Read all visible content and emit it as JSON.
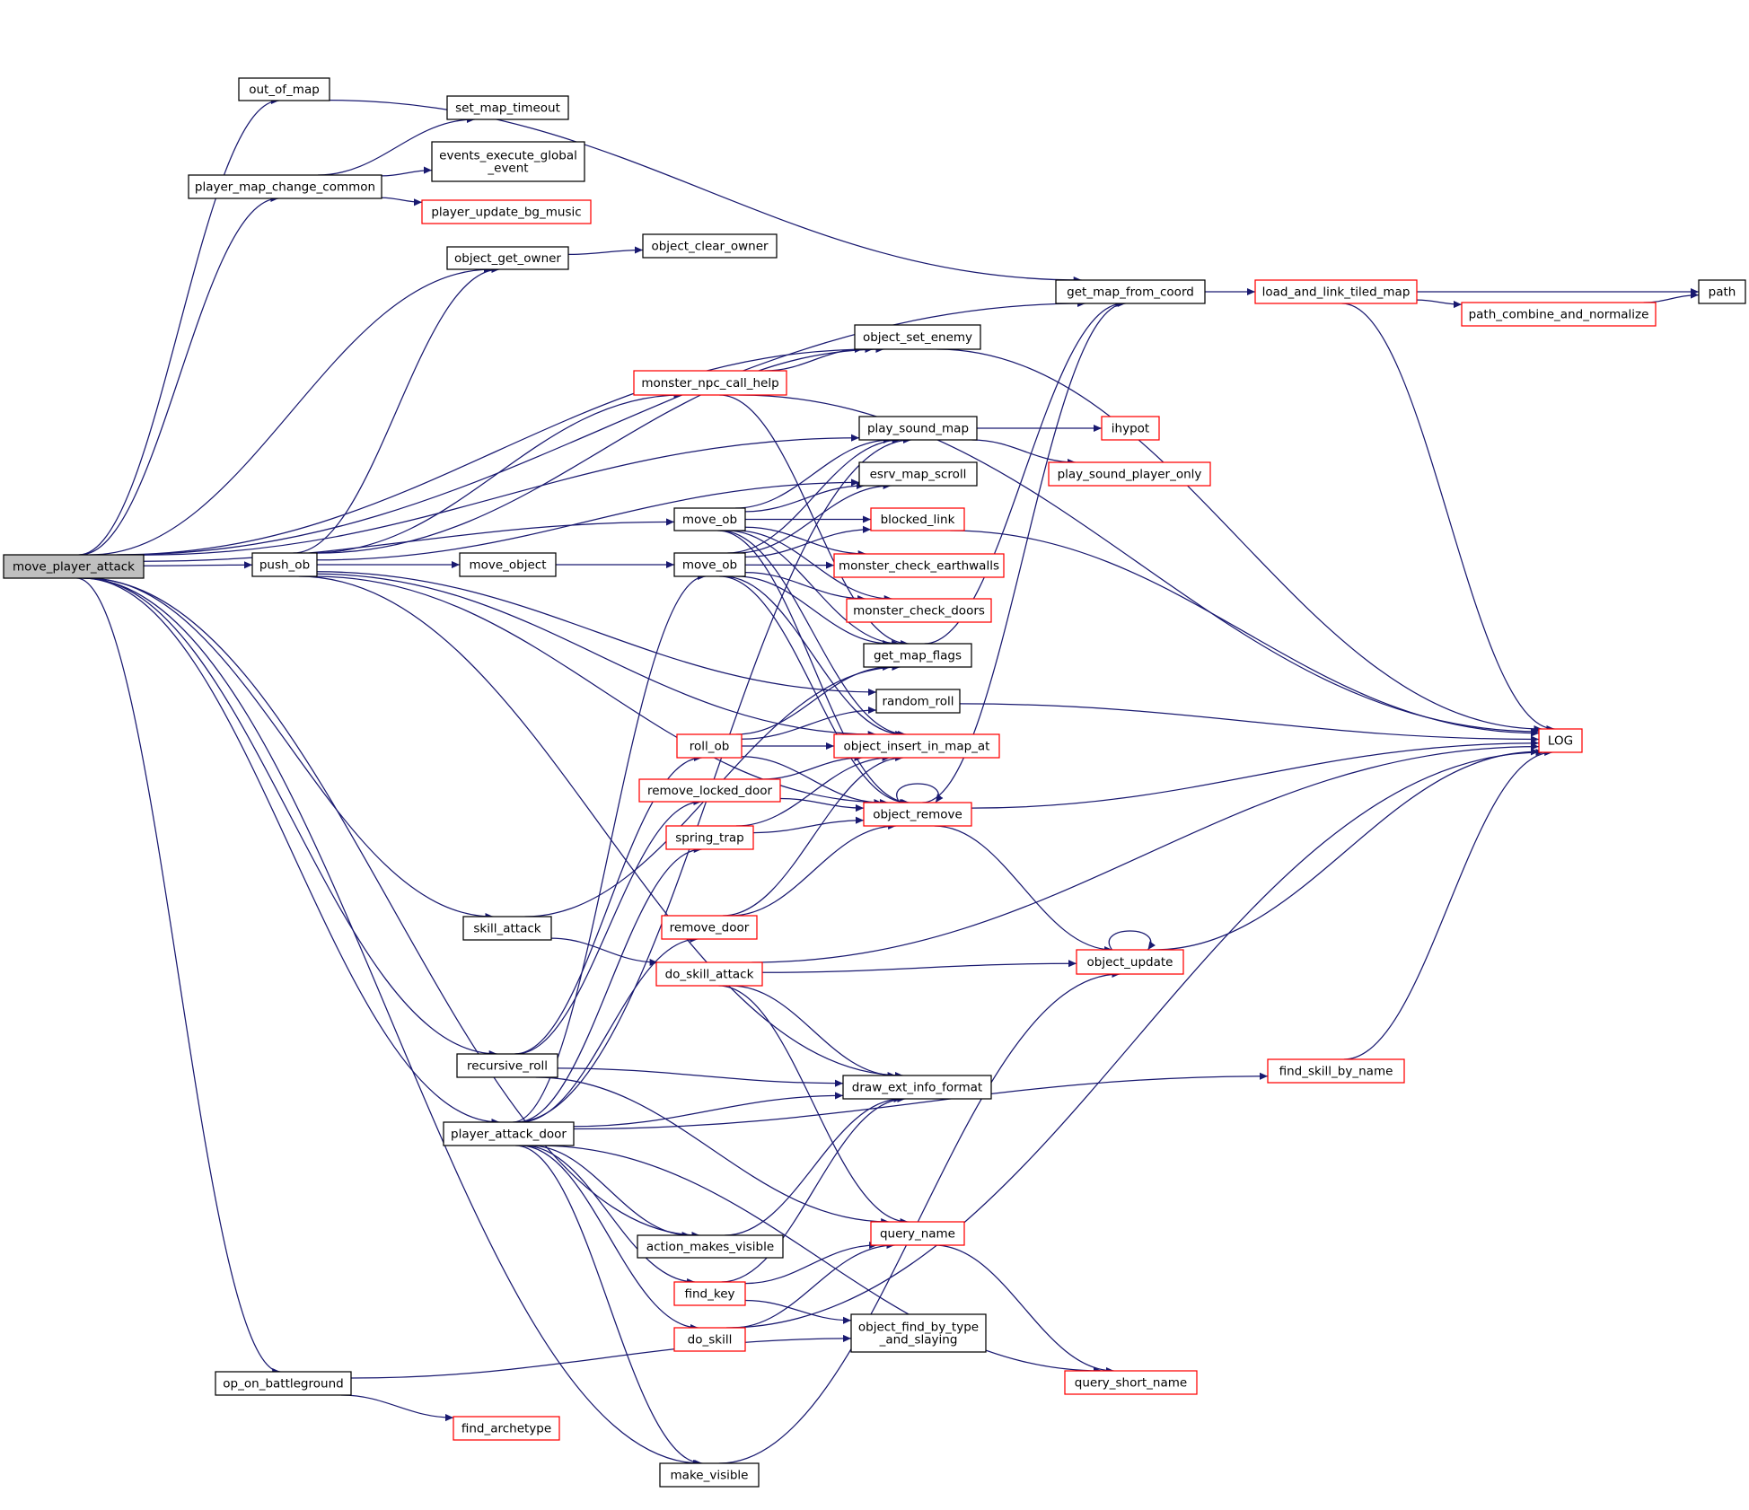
{
  "colors": {
    "edge": "#191970",
    "arrow": "#191970",
    "node_border_black": "#000000",
    "node_border_red": "#ff0000",
    "root_fill": "#bfbfbf",
    "node_fill": "#ffffff"
  },
  "nodes": [
    {
      "id": "move_player_attack",
      "lines": [
        "move_player_attack"
      ],
      "border": "black",
      "root": true
    },
    {
      "id": "out_of_map",
      "lines": [
        "out_of_map"
      ],
      "border": "black"
    },
    {
      "id": "player_map_change_common",
      "lines": [
        "player_map_change_common"
      ],
      "border": "black"
    },
    {
      "id": "set_map_timeout",
      "lines": [
        "set_map_timeout"
      ],
      "border": "black"
    },
    {
      "id": "events_execute_global_event",
      "lines": [
        "events_execute_global",
        "_event"
      ],
      "border": "black"
    },
    {
      "id": "player_update_bg_music",
      "lines": [
        "player_update_bg_music"
      ],
      "border": "red"
    },
    {
      "id": "object_get_owner",
      "lines": [
        "object_get_owner"
      ],
      "border": "black"
    },
    {
      "id": "object_clear_owner",
      "lines": [
        "object_clear_owner"
      ],
      "border": "black"
    },
    {
      "id": "get_map_from_coord",
      "lines": [
        "get_map_from_coord"
      ],
      "border": "black"
    },
    {
      "id": "load_and_link_tiled_map",
      "lines": [
        "load_and_link_tiled_map"
      ],
      "border": "red"
    },
    {
      "id": "path",
      "lines": [
        "path"
      ],
      "border": "black"
    },
    {
      "id": "path_combine_and_normalize",
      "lines": [
        "path_combine_and_normalize"
      ],
      "border": "red"
    },
    {
      "id": "object_set_enemy",
      "lines": [
        "object_set_enemy"
      ],
      "border": "black"
    },
    {
      "id": "monster_npc_call_help",
      "lines": [
        "monster_npc_call_help"
      ],
      "border": "red"
    },
    {
      "id": "play_sound_map",
      "lines": [
        "play_sound_map"
      ],
      "border": "black"
    },
    {
      "id": "ihypot",
      "lines": [
        "ihypot"
      ],
      "border": "red"
    },
    {
      "id": "play_sound_player_only",
      "lines": [
        "play_sound_player_only"
      ],
      "border": "red"
    },
    {
      "id": "esrv_map_scroll",
      "lines": [
        "esrv_map_scroll"
      ],
      "border": "black"
    },
    {
      "id": "move_ob_a",
      "lines": [
        "move_ob"
      ],
      "border": "black"
    },
    {
      "id": "blocked_link",
      "lines": [
        "blocked_link"
      ],
      "border": "red"
    },
    {
      "id": "push_ob",
      "lines": [
        "push_ob"
      ],
      "border": "black"
    },
    {
      "id": "move_object",
      "lines": [
        "move_object"
      ],
      "border": "black"
    },
    {
      "id": "move_ob_b",
      "lines": [
        "move_ob"
      ],
      "border": "black"
    },
    {
      "id": "monster_check_earthwalls",
      "lines": [
        "monster_check_earthwalls"
      ],
      "border": "red"
    },
    {
      "id": "monster_check_doors",
      "lines": [
        "monster_check_doors"
      ],
      "border": "red"
    },
    {
      "id": "get_map_flags",
      "lines": [
        "get_map_flags"
      ],
      "border": "black"
    },
    {
      "id": "random_roll",
      "lines": [
        "random_roll"
      ],
      "border": "black"
    },
    {
      "id": "LOG",
      "lines": [
        "LOG"
      ],
      "border": "red"
    },
    {
      "id": "roll_ob",
      "lines": [
        "roll_ob"
      ],
      "border": "red"
    },
    {
      "id": "object_insert_in_map_at",
      "lines": [
        "object_insert_in_map_at"
      ],
      "border": "red"
    },
    {
      "id": "remove_locked_door",
      "lines": [
        "remove_locked_door"
      ],
      "border": "red"
    },
    {
      "id": "object_remove",
      "lines": [
        "object_remove"
      ],
      "border": "red"
    },
    {
      "id": "spring_trap",
      "lines": [
        "spring_trap"
      ],
      "border": "red"
    },
    {
      "id": "skill_attack",
      "lines": [
        "skill_attack"
      ],
      "border": "black"
    },
    {
      "id": "remove_door",
      "lines": [
        "remove_door"
      ],
      "border": "red"
    },
    {
      "id": "do_skill_attack",
      "lines": [
        "do_skill_attack"
      ],
      "border": "red"
    },
    {
      "id": "object_update",
      "lines": [
        "object_update"
      ],
      "border": "red"
    },
    {
      "id": "recursive_roll",
      "lines": [
        "recursive_roll"
      ],
      "border": "black"
    },
    {
      "id": "find_skill_by_name",
      "lines": [
        "find_skill_by_name"
      ],
      "border": "red"
    },
    {
      "id": "draw_ext_info_format",
      "lines": [
        "draw_ext_info_format"
      ],
      "border": "black"
    },
    {
      "id": "player_attack_door",
      "lines": [
        "player_attack_door"
      ],
      "border": "black"
    },
    {
      "id": "query_name",
      "lines": [
        "query_name"
      ],
      "border": "red"
    },
    {
      "id": "action_makes_visible",
      "lines": [
        "action_makes_visible"
      ],
      "border": "black"
    },
    {
      "id": "find_key",
      "lines": [
        "find_key"
      ],
      "border": "red"
    },
    {
      "id": "object_find_by_type_and_slaying",
      "lines": [
        "object_find_by_type",
        "_and_slaying"
      ],
      "border": "black"
    },
    {
      "id": "do_skill",
      "lines": [
        "do_skill"
      ],
      "border": "red"
    },
    {
      "id": "op_on_battleground",
      "lines": [
        "op_on_battleground"
      ],
      "border": "black"
    },
    {
      "id": "query_short_name",
      "lines": [
        "query_short_name"
      ],
      "border": "red"
    },
    {
      "id": "find_archetype",
      "lines": [
        "find_archetype"
      ],
      "border": "red"
    },
    {
      "id": "make_visible",
      "lines": [
        "make_visible"
      ],
      "border": "black"
    }
  ],
  "edges": [
    [
      "move_player_attack",
      "out_of_map"
    ],
    [
      "move_player_attack",
      "player_map_change_common"
    ],
    [
      "move_player_attack",
      "object_get_owner"
    ],
    [
      "move_player_attack",
      "get_map_from_coord"
    ],
    [
      "move_player_attack",
      "object_set_enemy"
    ],
    [
      "move_player_attack",
      "play_sound_map"
    ],
    [
      "move_player_attack",
      "move_ob_a"
    ],
    [
      "move_player_attack",
      "push_ob"
    ],
    [
      "move_player_attack",
      "skill_attack"
    ],
    [
      "move_player_attack",
      "recursive_roll"
    ],
    [
      "move_player_attack",
      "player_attack_door"
    ],
    [
      "move_player_attack",
      "action_makes_visible"
    ],
    [
      "move_player_attack",
      "op_on_battleground"
    ],
    [
      "move_player_attack",
      "make_visible"
    ],
    [
      "out_of_map",
      "get_map_from_coord"
    ],
    [
      "player_map_change_common",
      "set_map_timeout"
    ],
    [
      "player_map_change_common",
      "events_execute_global_event"
    ],
    [
      "player_map_change_common",
      "player_update_bg_music"
    ],
    [
      "object_get_owner",
      "object_clear_owner"
    ],
    [
      "get_map_from_coord",
      "load_and_link_tiled_map"
    ],
    [
      "load_and_link_tiled_map",
      "path"
    ],
    [
      "load_and_link_tiled_map",
      "path_combine_and_normalize"
    ],
    [
      "load_and_link_tiled_map",
      "LOG"
    ],
    [
      "path_combine_and_normalize",
      "path"
    ],
    [
      "object_set_enemy",
      "LOG"
    ],
    [
      "monster_npc_call_help",
      "object_set_enemy"
    ],
    [
      "monster_npc_call_help",
      "LOG"
    ],
    [
      "monster_npc_call_help",
      "get_map_flags"
    ],
    [
      "play_sound_map",
      "ihypot"
    ],
    [
      "play_sound_map",
      "play_sound_player_only"
    ],
    [
      "move_ob_a",
      "play_sound_map"
    ],
    [
      "move_ob_a",
      "esrv_map_scroll"
    ],
    [
      "move_ob_a",
      "blocked_link"
    ],
    [
      "move_ob_a",
      "monster_check_earthwalls"
    ],
    [
      "move_ob_a",
      "monster_check_doors"
    ],
    [
      "move_ob_a",
      "get_map_flags"
    ],
    [
      "move_ob_a",
      "object_insert_in_map_at"
    ],
    [
      "move_ob_a",
      "object_remove"
    ],
    [
      "blocked_link",
      "LOG"
    ],
    [
      "push_ob",
      "object_get_owner"
    ],
    [
      "push_ob",
      "monster_npc_call_help"
    ],
    [
      "push_ob",
      "object_set_enemy"
    ],
    [
      "push_ob",
      "esrv_map_scroll"
    ],
    [
      "push_ob",
      "move_object"
    ],
    [
      "push_ob",
      "random_roll"
    ],
    [
      "push_ob",
      "object_insert_in_map_at"
    ],
    [
      "push_ob",
      "object_remove"
    ],
    [
      "push_ob",
      "draw_ext_info_format"
    ],
    [
      "move_object",
      "move_ob_b"
    ],
    [
      "move_ob_b",
      "play_sound_map"
    ],
    [
      "move_ob_b",
      "esrv_map_scroll"
    ],
    [
      "move_ob_b",
      "blocked_link"
    ],
    [
      "move_ob_b",
      "monster_check_earthwalls"
    ],
    [
      "move_ob_b",
      "monster_check_doors"
    ],
    [
      "move_ob_b",
      "get_map_flags"
    ],
    [
      "move_ob_b",
      "object_insert_in_map_at"
    ],
    [
      "move_ob_b",
      "object_remove"
    ],
    [
      "get_map_flags",
      "get_map_from_coord"
    ],
    [
      "random_roll",
      "LOG"
    ],
    [
      "roll_ob",
      "get_map_flags"
    ],
    [
      "roll_ob",
      "random_roll"
    ],
    [
      "roll_ob",
      "object_insert_in_map_at"
    ],
    [
      "roll_ob",
      "object_remove"
    ],
    [
      "remove_locked_door",
      "object_insert_in_map_at"
    ],
    [
      "remove_locked_door",
      "object_remove"
    ],
    [
      "spring_trap",
      "object_insert_in_map_at"
    ],
    [
      "spring_trap",
      "object_remove"
    ],
    [
      "object_remove",
      "object_remove"
    ],
    [
      "object_remove",
      "LOG"
    ],
    [
      "object_remove",
      "get_map_from_coord"
    ],
    [
      "object_remove",
      "object_update"
    ],
    [
      "skill_attack",
      "get_map_flags"
    ],
    [
      "skill_attack",
      "do_skill_attack"
    ],
    [
      "remove_door",
      "object_insert_in_map_at"
    ],
    [
      "remove_door",
      "object_remove"
    ],
    [
      "do_skill_attack",
      "LOG"
    ],
    [
      "do_skill_attack",
      "object_update"
    ],
    [
      "do_skill_attack",
      "draw_ext_info_format"
    ],
    [
      "do_skill_attack",
      "query_name"
    ],
    [
      "object_update",
      "object_update"
    ],
    [
      "object_update",
      "LOG"
    ],
    [
      "recursive_roll",
      "roll_ob"
    ],
    [
      "recursive_roll",
      "remove_locked_door"
    ],
    [
      "recursive_roll",
      "draw_ext_info_format"
    ],
    [
      "recursive_roll",
      "query_name"
    ],
    [
      "find_skill_by_name",
      "LOG"
    ],
    [
      "player_attack_door",
      "play_sound_map"
    ],
    [
      "player_attack_door",
      "move_ob_b"
    ],
    [
      "player_attack_door",
      "spring_trap"
    ],
    [
      "player_attack_door",
      "remove_door"
    ],
    [
      "player_attack_door",
      "draw_ext_info_format"
    ],
    [
      "player_attack_door",
      "find_skill_by_name"
    ],
    [
      "player_attack_door",
      "action_makes_visible"
    ],
    [
      "player_attack_door",
      "find_key"
    ],
    [
      "player_attack_door",
      "do_skill"
    ],
    [
      "player_attack_door",
      "query_short_name"
    ],
    [
      "player_attack_door",
      "make_visible"
    ],
    [
      "query_name",
      "query_short_name"
    ],
    [
      "action_makes_visible",
      "draw_ext_info_format"
    ],
    [
      "find_key",
      "draw_ext_info_format"
    ],
    [
      "find_key",
      "query_name"
    ],
    [
      "find_key",
      "object_find_by_type_and_slaying"
    ],
    [
      "do_skill",
      "query_name"
    ],
    [
      "do_skill",
      "LOG"
    ],
    [
      "op_on_battleground",
      "object_find_by_type_and_slaying"
    ],
    [
      "op_on_battleground",
      "find_archetype"
    ],
    [
      "make_visible",
      "object_update"
    ]
  ]
}
